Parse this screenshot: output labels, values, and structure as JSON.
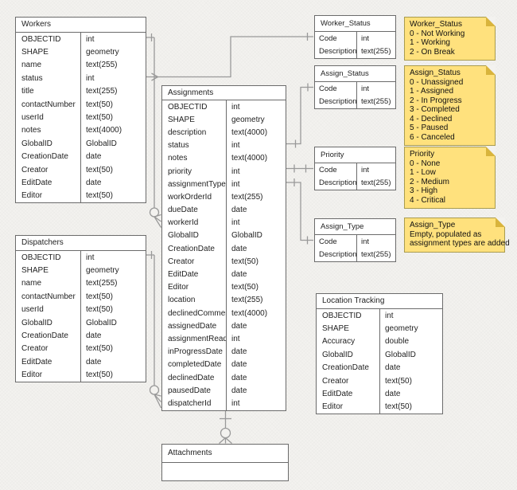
{
  "diagram": {
    "colors": {
      "canvas_bg": "#f3f2ef",
      "table_bg": "#ffffff",
      "table_border": "#6b6b6b",
      "connector_line": "#999999",
      "note_fill": "#ffe17d",
      "note_fold": "#d9b43c",
      "note_border": "#a99c4f",
      "text": "#1f1f1f"
    },
    "tables": [
      {
        "title": "Workers",
        "rows": [
          {
            "f": "OBJECTID",
            "t": "int"
          },
          {
            "f": "SHAPE",
            "t": "geometry"
          },
          {
            "f": "name",
            "t": "text(255)"
          },
          {
            "f": "status",
            "t": "int"
          },
          {
            "f": "title",
            "t": "text(255)"
          },
          {
            "f": "contactNumber",
            "t": "text(50)"
          },
          {
            "f": "userId",
            "t": "text(50)"
          },
          {
            "f": "notes",
            "t": "text(4000)"
          },
          {
            "f": "GlobalID",
            "t": "GlobalID"
          },
          {
            "f": "CreationDate",
            "t": "date"
          },
          {
            "f": "Creator",
            "t": "text(50)"
          },
          {
            "f": "EditDate",
            "t": "date"
          },
          {
            "f": "Editor",
            "t": "text(50)"
          }
        ]
      },
      {
        "title": "Dispatchers",
        "rows": [
          {
            "f": "OBJECTID",
            "t": "int"
          },
          {
            "f": "SHAPE",
            "t": "geometry"
          },
          {
            "f": "name",
            "t": "text(255)"
          },
          {
            "f": "contactNumber",
            "t": "text(50)"
          },
          {
            "f": "userId",
            "t": "text(50)"
          },
          {
            "f": "GlobalID",
            "t": "GlobalID"
          },
          {
            "f": "CreationDate",
            "t": "date"
          },
          {
            "f": "Creator",
            "t": "text(50)"
          },
          {
            "f": "EditDate",
            "t": "date"
          },
          {
            "f": "Editor",
            "t": "text(50)"
          }
        ]
      },
      {
        "title": "Assignments",
        "rows": [
          {
            "f": "OBJECTID",
            "t": "int"
          },
          {
            "f": "SHAPE",
            "t": "geometry"
          },
          {
            "f": "description",
            "t": "text(4000)"
          },
          {
            "f": "status",
            "t": "int"
          },
          {
            "f": "notes",
            "t": "text(4000)"
          },
          {
            "f": "priority",
            "t": "int"
          },
          {
            "f": "assignmentType",
            "t": "int"
          },
          {
            "f": "workOrderId",
            "t": "text(255)"
          },
          {
            "f": "dueDate",
            "t": "date"
          },
          {
            "f": "workerId",
            "t": "int"
          },
          {
            "f": "GlobalID",
            "t": "GlobalID"
          },
          {
            "f": "CreationDate",
            "t": "date"
          },
          {
            "f": "Creator",
            "t": "text(50)"
          },
          {
            "f": "EditDate",
            "t": "date"
          },
          {
            "f": "Editor",
            "t": "text(50)"
          },
          {
            "f": "location",
            "t": "text(255)"
          },
          {
            "f": "declinedComment",
            "t": "text(4000)"
          },
          {
            "f": "assignedDate",
            "t": "date"
          },
          {
            "f": "assignmentRead",
            "t": "int"
          },
          {
            "f": "inProgressDate",
            "t": "date"
          },
          {
            "f": "completedDate",
            "t": "date"
          },
          {
            "f": "declinedDate",
            "t": "date"
          },
          {
            "f": "pausedDate",
            "t": "date"
          },
          {
            "f": "dispatcherId",
            "t": "int"
          }
        ]
      },
      {
        "title": "Worker_Status",
        "rows": [
          {
            "f": "Code",
            "t": "int"
          },
          {
            "f": "Description",
            "t": "text(255)"
          }
        ]
      },
      {
        "title": "Assign_Status",
        "rows": [
          {
            "f": "Code",
            "t": "int"
          },
          {
            "f": "Description",
            "t": "text(255)"
          }
        ]
      },
      {
        "title": "Priority",
        "rows": [
          {
            "f": "Code",
            "t": "int"
          },
          {
            "f": "Description",
            "t": "text(255)"
          }
        ]
      },
      {
        "title": "Assign_Type",
        "rows": [
          {
            "f": "Code",
            "t": "int"
          },
          {
            "f": "Description",
            "t": "text(255)"
          }
        ]
      },
      {
        "title": "Location Tracking",
        "rows": [
          {
            "f": "OBJECTID",
            "t": "int"
          },
          {
            "f": "SHAPE",
            "t": "geometry"
          },
          {
            "f": "Accuracy",
            "t": "double"
          },
          {
            "f": "GlobalID",
            "t": "GlobalID"
          },
          {
            "f": "CreationDate",
            "t": "date"
          },
          {
            "f": "Creator",
            "t": "text(50)"
          },
          {
            "f": "EditDate",
            "t": "date"
          },
          {
            "f": "Editor",
            "t": "text(50)"
          }
        ]
      },
      {
        "title": "Attachments",
        "rows": []
      }
    ],
    "notes": [
      {
        "lines": [
          "Worker_Status",
          "0 - Not Working",
          "1 - Working",
          "2 - On Break"
        ]
      },
      {
        "lines": [
          "Assign_Status",
          "0 - Unassigned",
          "1 - Assigned",
          "2 - In Progress",
          "3 - Completed",
          "4 - Declined",
          "5 - Paused",
          "6 - Canceled"
        ]
      },
      {
        "lines": [
          "Priority",
          "0 - None",
          "1 - Low",
          "2 - Medium",
          "3 - High",
          "4 - Critical"
        ]
      },
      {
        "lines": [
          "Assign_Type",
          "Empty, populated as",
          "assignment types are added"
        ]
      }
    ]
  }
}
